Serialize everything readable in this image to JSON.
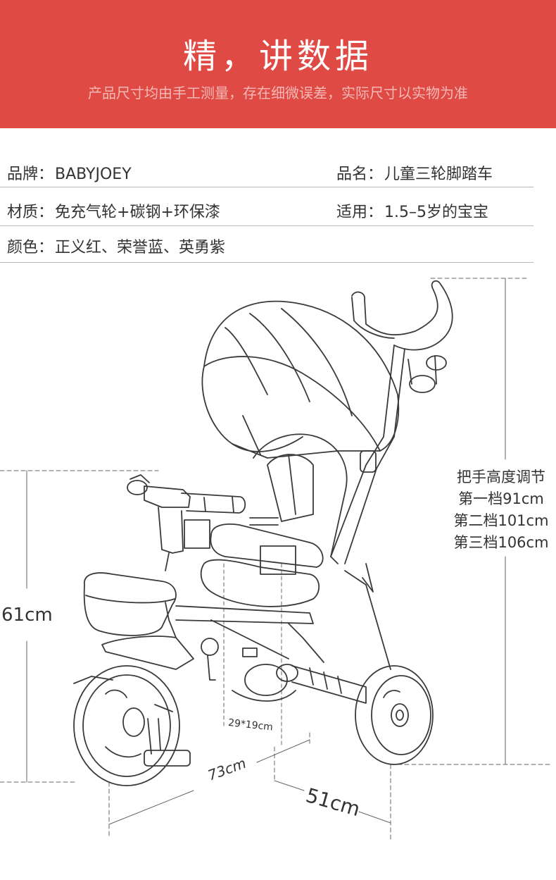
{
  "banner": {
    "title": "精，讲数据",
    "subtitle": "产品尺寸均由手工测量，存在细微误差，实际尺寸以实物为准",
    "color": "#e04a45"
  },
  "specs": {
    "brand_label": "品牌：",
    "brand_value": "BABYJOEY",
    "name_label": "品名：",
    "name_value": "儿童三轮脚踏车",
    "material_label": "材质：",
    "material_value": "免充气轮+碳钢+环保漆",
    "age_label": "适用：",
    "age_value": "1.5–5岁的宝宝",
    "color_label": "颜色：",
    "color_value": "正义红、荣誉蓝、英勇紫"
  },
  "dimensions": {
    "height": "61cm",
    "seat": "29*19cm",
    "length": "73cm",
    "width": "51cm",
    "handle_title": "把手高度调节",
    "handle_1": "第一档91cm",
    "handle_2": "第二档101cm",
    "handle_3": "第三档106cm"
  }
}
